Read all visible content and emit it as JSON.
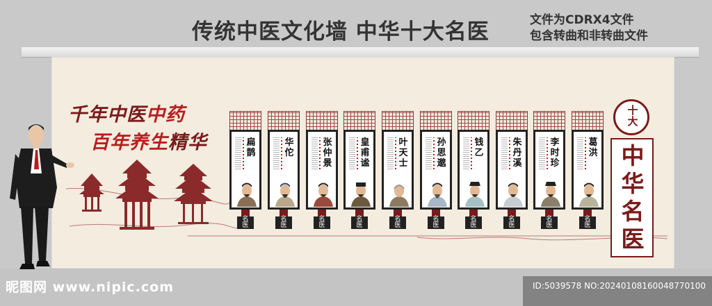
{
  "header": {
    "title": "传统中医文化墙 中华十大名医",
    "note_line1": "文件为CDRX4文件",
    "note_line2": "包含转曲和非转曲文件"
  },
  "slogan": {
    "line1_part1": "千年",
    "line1_part2": "中医",
    "line1_part3": "中药",
    "line2_part1": "百年",
    "line2_part2": "养生",
    "line2_part3": "精华"
  },
  "physicians": [
    {
      "name": "扁鹊"
    },
    {
      "name": "华佗"
    },
    {
      "name": "张仲景"
    },
    {
      "name": "皇甫谧"
    },
    {
      "name": "叶天士"
    },
    {
      "name": "孙思邈"
    },
    {
      "name": "钱乙"
    },
    {
      "name": "朱丹溪"
    },
    {
      "name": "李时珍"
    },
    {
      "name": "葛洪"
    }
  ],
  "badge": {
    "line1": "名",
    "line2": "医"
  },
  "feature": {
    "top": "十大",
    "main": "中华名医"
  },
  "watermark": {
    "site": "昵图网 www.nipic.com",
    "id": "ID:5039578 NO:20240108160048770100"
  },
  "colors": {
    "accent": "#7a1a1a",
    "red": "#b81e1e",
    "wall": "#f3ecdf"
  }
}
